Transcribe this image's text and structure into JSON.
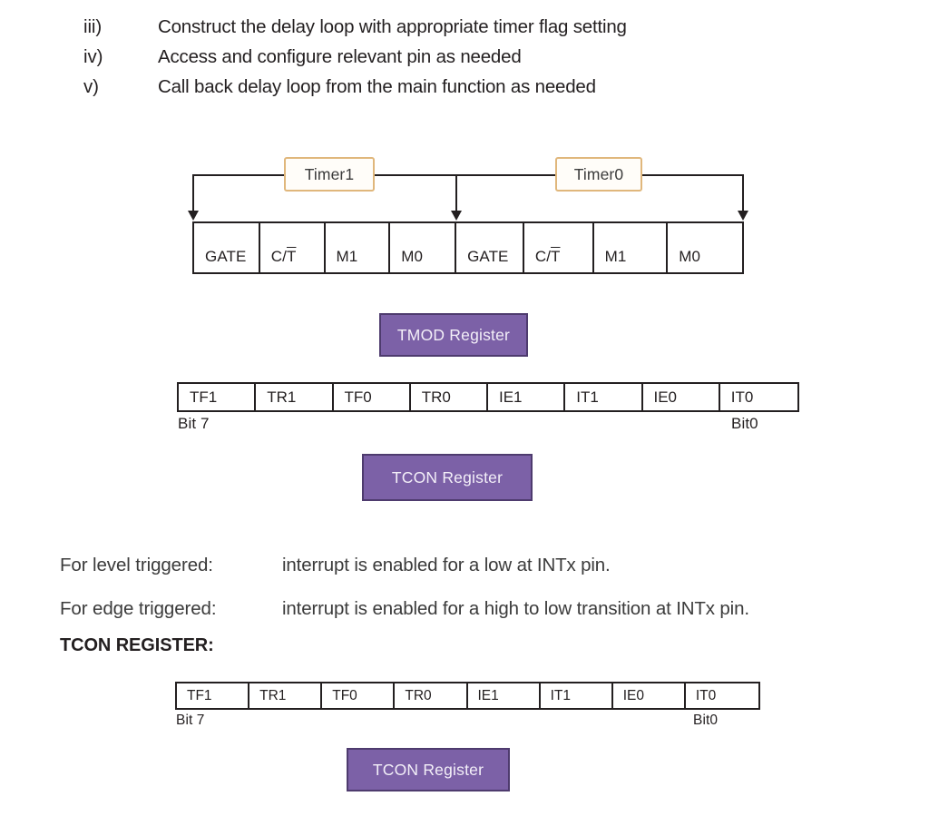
{
  "list": {
    "items": [
      {
        "marker": "iii)",
        "text": "Construct the delay loop with appropriate timer flag setting"
      },
      {
        "marker": "iv)",
        "text": "Access and configure relevant pin as needed"
      },
      {
        "marker": "v)",
        "text": "Call back delay loop from the main function as needed"
      }
    ]
  },
  "tmod_diagram": {
    "timer1_label": "Timer1",
    "timer0_label": "Timer0",
    "bits": [
      {
        "name": "GATE",
        "overline": ""
      },
      {
        "name": "C/",
        "overline": "T"
      },
      {
        "name": "M1",
        "overline": ""
      },
      {
        "name": "M0",
        "overline": ""
      },
      {
        "name": "GATE",
        "overline": ""
      },
      {
        "name": "C/",
        "overline": "T"
      },
      {
        "name": "M1",
        "overline": ""
      },
      {
        "name": "M0",
        "overline": ""
      }
    ],
    "register_label": "TMOD Register"
  },
  "tcon_table_top": {
    "bits": [
      "TF1",
      "TR1",
      "TF0",
      "TR0",
      "IE1",
      "IT1",
      "IE0",
      "IT0"
    ],
    "msb_label": "Bit 7",
    "lsb_label": "Bit0",
    "register_label": "TCON Register"
  },
  "triggers": {
    "level": {
      "label": "For level triggered:",
      "description": "interrupt is enabled for a low at INTx pin."
    },
    "edge": {
      "label": "For edge triggered:",
      "description": "interrupt is enabled for a high to low transition at INTx pin."
    }
  },
  "section_heading": "TCON REGISTER:",
  "tcon_table_bottom": {
    "bits": [
      "TF1",
      "TR1",
      "TF0",
      "TR0",
      "IE1",
      "IT1",
      "IE0",
      "IT0"
    ],
    "msb_label": "Bit 7",
    "lsb_label": "Bit0",
    "register_label": "TCON Register"
  },
  "colors": {
    "register_box_fill": "#7c61a7",
    "register_box_border": "#4e3b6e",
    "timer_label_border": "#e0b77c",
    "text": "#231f20",
    "background": "#ffffff"
  }
}
